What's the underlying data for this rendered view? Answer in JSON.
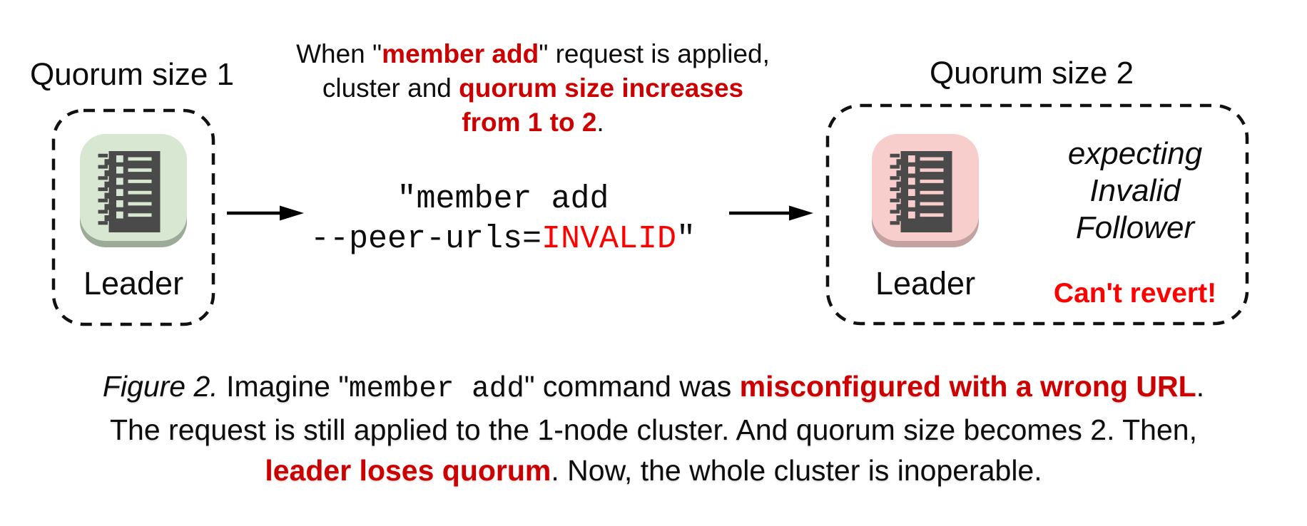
{
  "colors": {
    "red_dark": "#cc0000",
    "red_bright": "#ff0000",
    "green_fill": "#d8e7d2",
    "green_rim": "#9bab97",
    "pink_fill": "#f8cecc",
    "pink_rim": "#c4a2a1",
    "icon_dark": "#4a4a4a",
    "text_black": "#0d0d0d"
  },
  "left_cluster": {
    "title": "Quorum size 1",
    "node_label": "Leader",
    "node_icon": "log-ledger-icon",
    "node_color": "green"
  },
  "right_cluster": {
    "title": "Quorum size 2",
    "node_label": "Leader",
    "node_icon": "log-ledger-icon",
    "node_color": "pink",
    "side_note_lines": [
      "expecting",
      "Invalid",
      "Follower"
    ],
    "warning": "Can't revert!"
  },
  "top_note": {
    "lines": [
      [
        {
          "text": "When \"",
          "style": "plain"
        },
        {
          "text": "member add",
          "style": "red-bold"
        },
        {
          "text": "\" request is applied,",
          "style": "plain"
        }
      ],
      [
        {
          "text": "cluster and ",
          "style": "plain"
        },
        {
          "text": "quorum size increases",
          "style": "red-bold"
        }
      ],
      [
        {
          "text": "from 1 to 2",
          "style": "red-bold"
        },
        {
          "text": ".",
          "style": "plain"
        }
      ]
    ]
  },
  "command": {
    "lines": [
      [
        {
          "text": "\"member add",
          "style": "mono"
        }
      ],
      [
        {
          "text": "--peer-urls=",
          "style": "mono"
        },
        {
          "text": "INVALID",
          "style": "mono-red"
        },
        {
          "text": "\"",
          "style": "mono"
        }
      ]
    ]
  },
  "caption": {
    "lines": [
      [
        {
          "text": "Figure 2.",
          "style": "italic"
        },
        {
          "text": " Imagine \"",
          "style": "plain"
        },
        {
          "text": "member add",
          "style": "mono"
        },
        {
          "text": "\" command was ",
          "style": "plain"
        },
        {
          "text": "misconfigured with a wrong URL",
          "style": "red-bold"
        },
        {
          "text": ".",
          "style": "plain"
        }
      ],
      [
        {
          "text": "The request is still applied to the 1-node cluster. And quorum size becomes 2. Then,",
          "style": "plain"
        }
      ],
      [
        {
          "text": "leader loses quorum",
          "style": "red-bold"
        },
        {
          "text": ". Now, the whole cluster is inoperable.",
          "style": "plain"
        }
      ]
    ]
  }
}
